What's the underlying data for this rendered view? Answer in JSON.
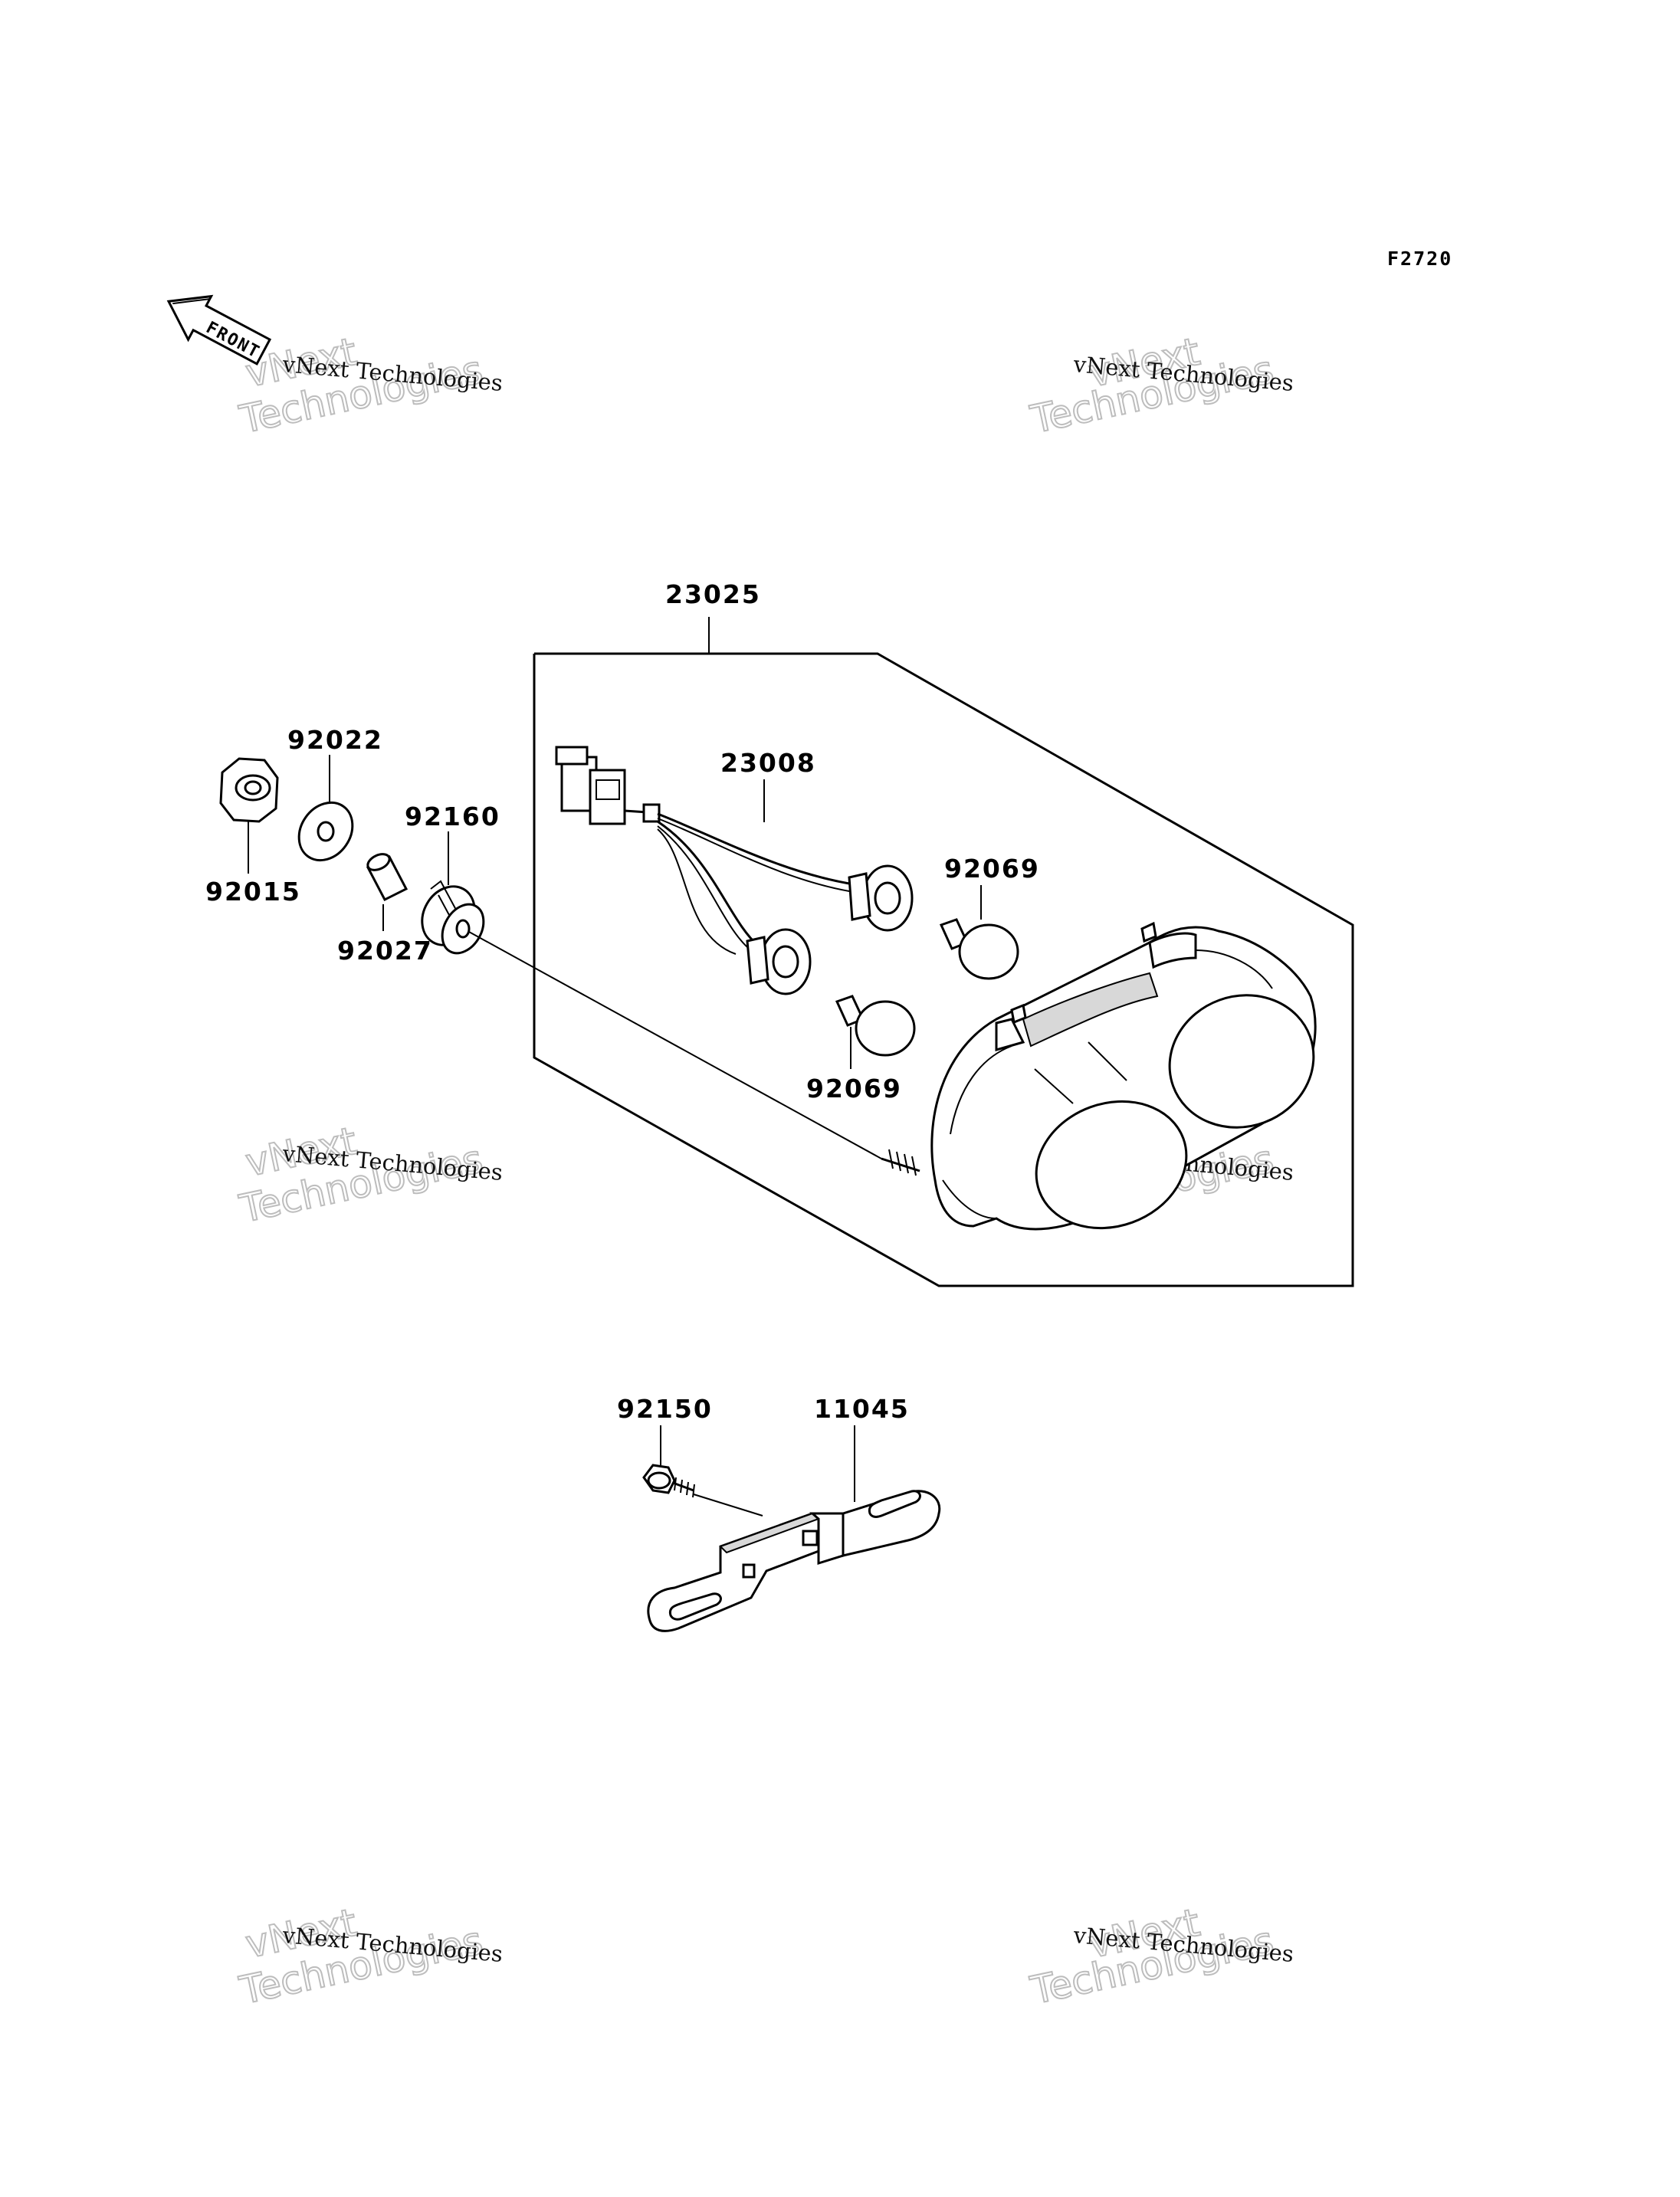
{
  "figure_code": "F2720",
  "front_label": "FRONT",
  "watermark": {
    "line1": "vNext Technologies",
    "line2": "vNext",
    "line3": "Technologies"
  },
  "part_numbers": {
    "housing_assy": "23025",
    "wiring_harness": "23008",
    "washer": "92022",
    "nut": "92015",
    "grommet": "92160",
    "collar": "92027",
    "bulb_upper": "92069",
    "bulb_lower": "92069",
    "bolt": "92150",
    "bracket": "11045"
  }
}
